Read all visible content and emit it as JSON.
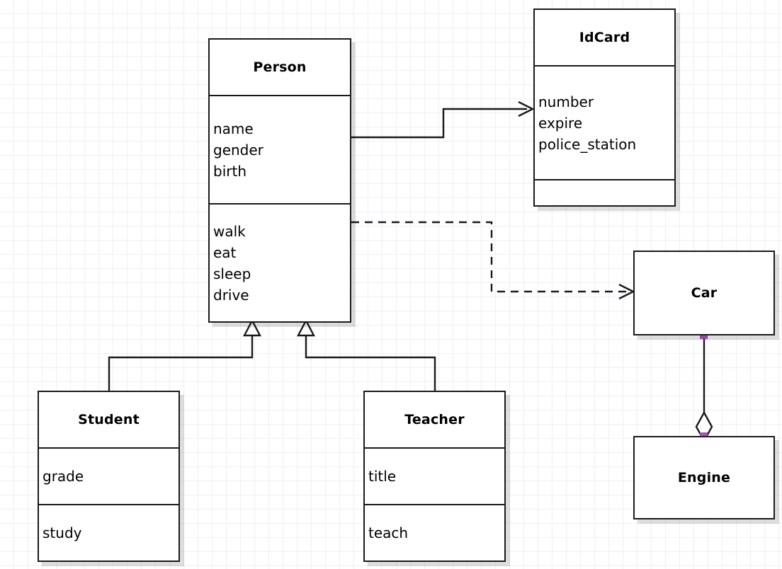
{
  "diagram": {
    "type": "uml-class-diagram",
    "background": "#ffffff",
    "grid_color": "#eef0f2",
    "grid_size": 20,
    "stroke_color": "#1a1a1a",
    "endpoint_color": "#a855b8"
  },
  "classes": {
    "person": {
      "name": "Person",
      "attributes": [
        "name",
        "gender",
        "birth"
      ],
      "methods": [
        "walk",
        "eat",
        "sleep",
        "drive"
      ]
    },
    "idcard": {
      "name": "IdCard",
      "attributes": [
        "number",
        "expire",
        "police_station"
      ],
      "methods": []
    },
    "car": {
      "name": "Car",
      "attributes": [],
      "methods": []
    },
    "engine": {
      "name": "Engine",
      "attributes": [],
      "methods": []
    },
    "student": {
      "name": "Student",
      "attributes": [
        "grade"
      ],
      "methods": [
        "study"
      ]
    },
    "teacher": {
      "name": "Teacher",
      "attributes": [
        "title"
      ],
      "methods": [
        "teach"
      ]
    }
  },
  "relationships": [
    {
      "id": "person-idcard",
      "kind": "association",
      "from": "Person",
      "to": "IdCard",
      "line": "solid",
      "arrow": "open-arrow"
    },
    {
      "id": "person-car",
      "kind": "dependency",
      "from": "Person",
      "to": "Car",
      "line": "dashed",
      "arrow": "open-arrow"
    },
    {
      "id": "student-person",
      "kind": "generalization",
      "from": "Student",
      "to": "Person",
      "line": "solid",
      "arrow": "hollow-triangle"
    },
    {
      "id": "teacher-person",
      "kind": "generalization",
      "from": "Teacher",
      "to": "Person",
      "line": "solid",
      "arrow": "hollow-triangle"
    },
    {
      "id": "car-engine",
      "kind": "aggregation",
      "from": "Car",
      "to": "Engine",
      "line": "solid",
      "arrow": "hollow-diamond"
    }
  ]
}
